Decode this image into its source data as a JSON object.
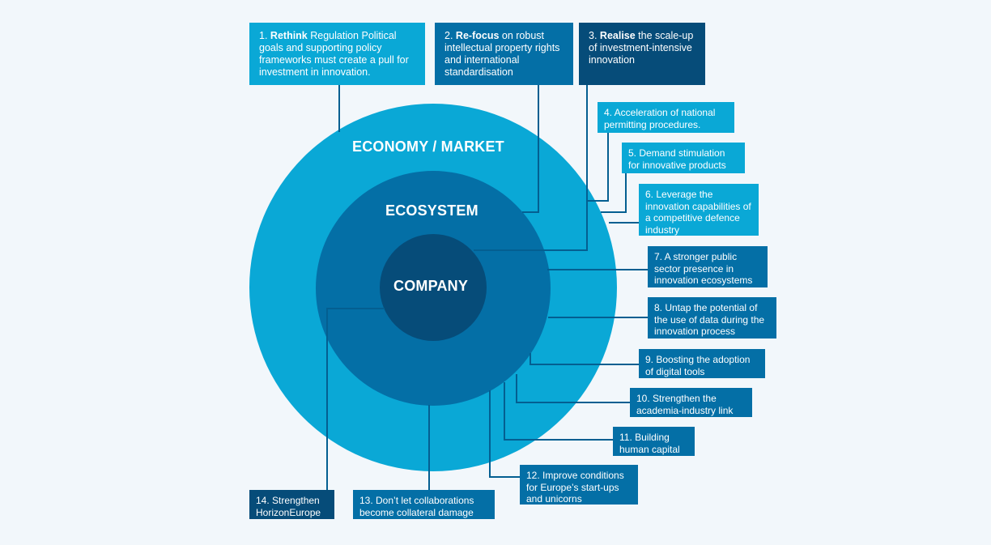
{
  "colors": {
    "background": "#f2f7fb",
    "outer_ring": "#0aa8d6",
    "middle_ring": "#046fa6",
    "core": "#064c79",
    "connector_line": "#045f91"
  },
  "rings": {
    "outer_label": "ECONOMY / MARKET",
    "middle_label": "ECOSYSTEM",
    "core_label": "COMPANY"
  },
  "items": [
    {
      "number": "1.",
      "bold": "Rethink",
      "text": " Regulation Political goals and supporting policy frameworks must create a pull for investment in innovation.",
      "color": "#0aa8d6"
    },
    {
      "number": "2.",
      "bold": "Re-focus",
      "text": " on robust intellectual property rights and international standardisation",
      "color": "#046fa6"
    },
    {
      "number": "3.",
      "bold": "Realise",
      "text": " the scale-up of investment-intensive innovation",
      "color": "#064c79"
    },
    {
      "text": "4. Acceleration of national permitting procedures.",
      "color": "#0aa8d6"
    },
    {
      "text": "5. Demand stimulation for innovative products",
      "color": "#0aa8d6"
    },
    {
      "text": "6. Leverage the innovation capabilities of a competitive defence industry",
      "color": "#0aa8d6"
    },
    {
      "text": "7. A stronger public sector presence in innovation ecosystems",
      "color": "#046fa6"
    },
    {
      "text": "8. Untap the potential of the use of data during the innovation process",
      "color": "#046fa6"
    },
    {
      "text": "9. Boosting the adoption of digital tools",
      "color": "#046fa6"
    },
    {
      "text": "10. Strengthen the academia-industry link",
      "color": "#046fa6"
    },
    {
      "text": "11. Building human capital",
      "color": "#046fa6"
    },
    {
      "text": "12. Improve conditions for Europe’s start-ups and unicorns",
      "color": "#046fa6"
    },
    {
      "text": "13. Don’t let collaborations become collateral damage",
      "color": "#046fa6"
    },
    {
      "text": "14. Strengthen HorizonEurope",
      "color": "#064c79"
    }
  ]
}
